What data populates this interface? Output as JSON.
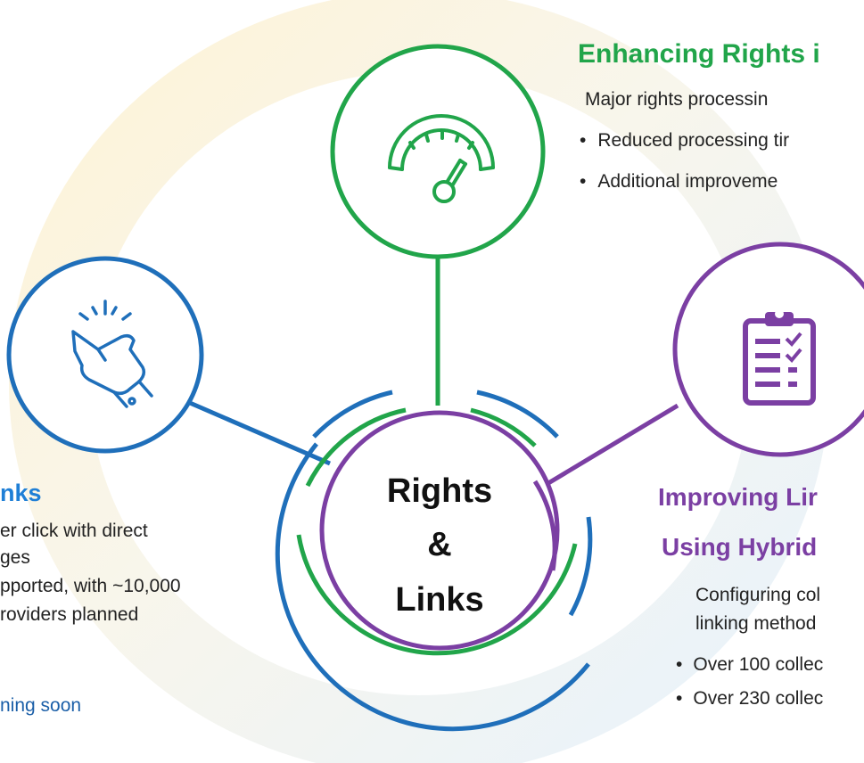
{
  "center": {
    "line1": "Rights",
    "line2": "&",
    "line3": "Links"
  },
  "green_section": {
    "heading": "Enhancing Rights i",
    "items": [
      {
        "bullet": "",
        "text": "Major rights processin"
      },
      {
        "bullet": "•",
        "text": "Reduced processing tir"
      },
      {
        "bullet": "•",
        "text": "Additional improveme"
      }
    ]
  },
  "blue_section": {
    "heading": "nks",
    "lines": [
      "er click with direct",
      "ges",
      "pported, with ~10,000",
      "roviders planned"
    ],
    "accent_line": "ning soon"
  },
  "purple_section": {
    "heading_line1": "Improving Lir",
    "heading_line2": "Using Hybrid",
    "items": [
      {
        "bullet": "",
        "text": "Configuring col",
        "continuation": "linking method"
      },
      {
        "bullet": "•",
        "text": "Over 100 collec"
      },
      {
        "bullet": "•",
        "text": "Over 230 collec"
      }
    ]
  },
  "icons": {
    "top": "speedometer-gauge-icon",
    "left": "finger-snap-hand-icon",
    "right": "clipboard-checklist-icon"
  },
  "colors": {
    "green": "#21a54a",
    "blue": "#1f6fba",
    "purple": "#7b3fa3",
    "background_ring_warm": "#fbeec8",
    "background_ring_cool": "#e6f1fb"
  }
}
